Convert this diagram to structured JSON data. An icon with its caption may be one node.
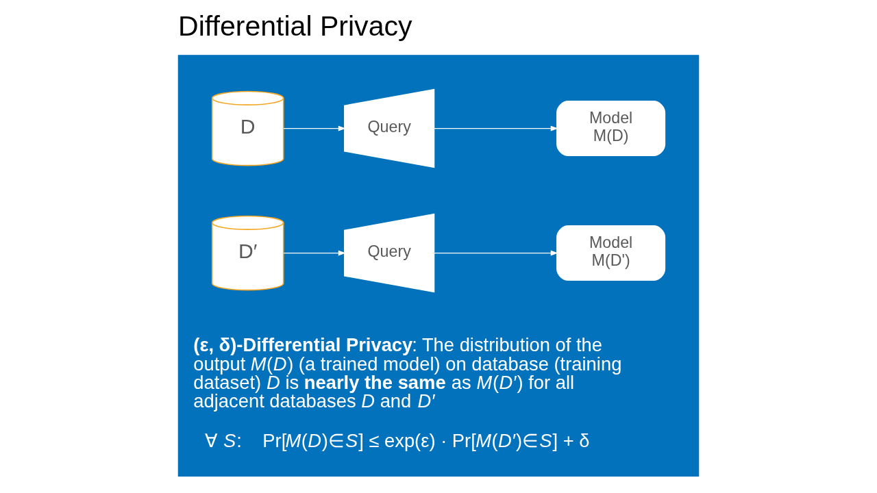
{
  "diagram": {
    "title": "Differential Privacy",
    "nodes": [
      {
        "text": [
          "**(ε, δ)-Differential Privacy**: The distribution of the output *M*(*D*) (a trained model) on database (training dataset) *D* is **nearly the same** as *M*(*D′*) for all adjacent databases *D* and *D′*",
          "∀ *S*:    Pr[*M*(*D*)∈*S*] ≤ exp(ε) · Pr[*M*(*D′*)∈*S*] + δ"
        ]
      },
      {
        "text": [
          "D"
        ],
        "in": 0
      },
      {
        "text": [
          "Query"
        ],
        "in": 0
      },
      {
        "text": [
          "Model M(D)"
        ],
        "in": 0
      },
      {
        "text": [
          "D′"
        ],
        "in": 0
      },
      {
        "text": [
          "Query"
        ],
        "in": 0
      },
      {
        "text": [
          "Model M(D')"
        ],
        "in": 0
      }
    ],
    "edges": [
      {
        "from": 1,
        "to": 2,
        "arrow": "to"
      },
      {
        "from": 2,
        "to": 3,
        "arrow": "to"
      },
      {
        "from": 4,
        "to": 5,
        "arrow": "to"
      },
      {
        "from": 5,
        "to": 6,
        "arrow": "to"
      }
    ]
  }
}
